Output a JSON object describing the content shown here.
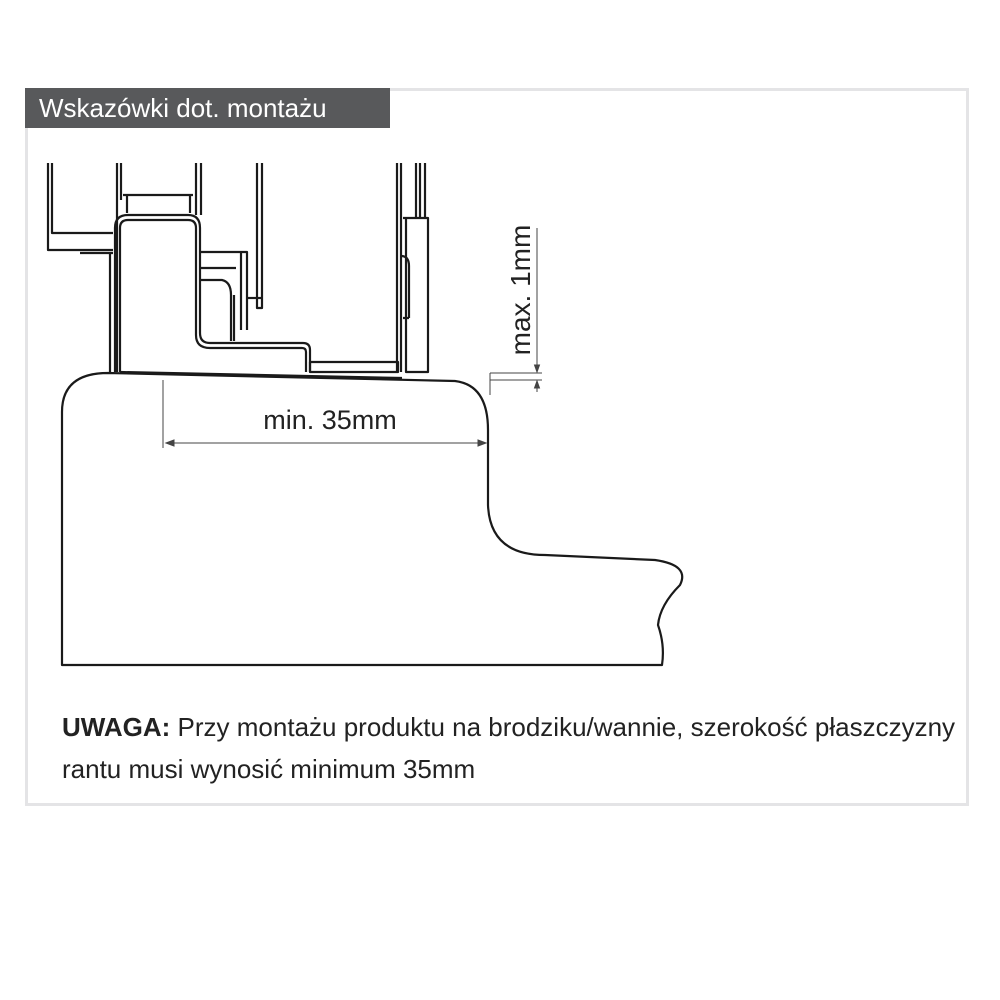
{
  "title": "Wskazówki dot. montażu",
  "diagram": {
    "dim_width_label": "min. 35mm",
    "dim_gap_label": "max. 1mm"
  },
  "note": {
    "label": "UWAGA:",
    "text": " Przy montażu produktu na brodziku/wannie, szerokość płaszczyzny rantu musi wynosić minimum 35mm"
  },
  "colors": {
    "title_bg": "#58595b",
    "frame": "#e4e4e6",
    "line": "#1a1a1a"
  }
}
